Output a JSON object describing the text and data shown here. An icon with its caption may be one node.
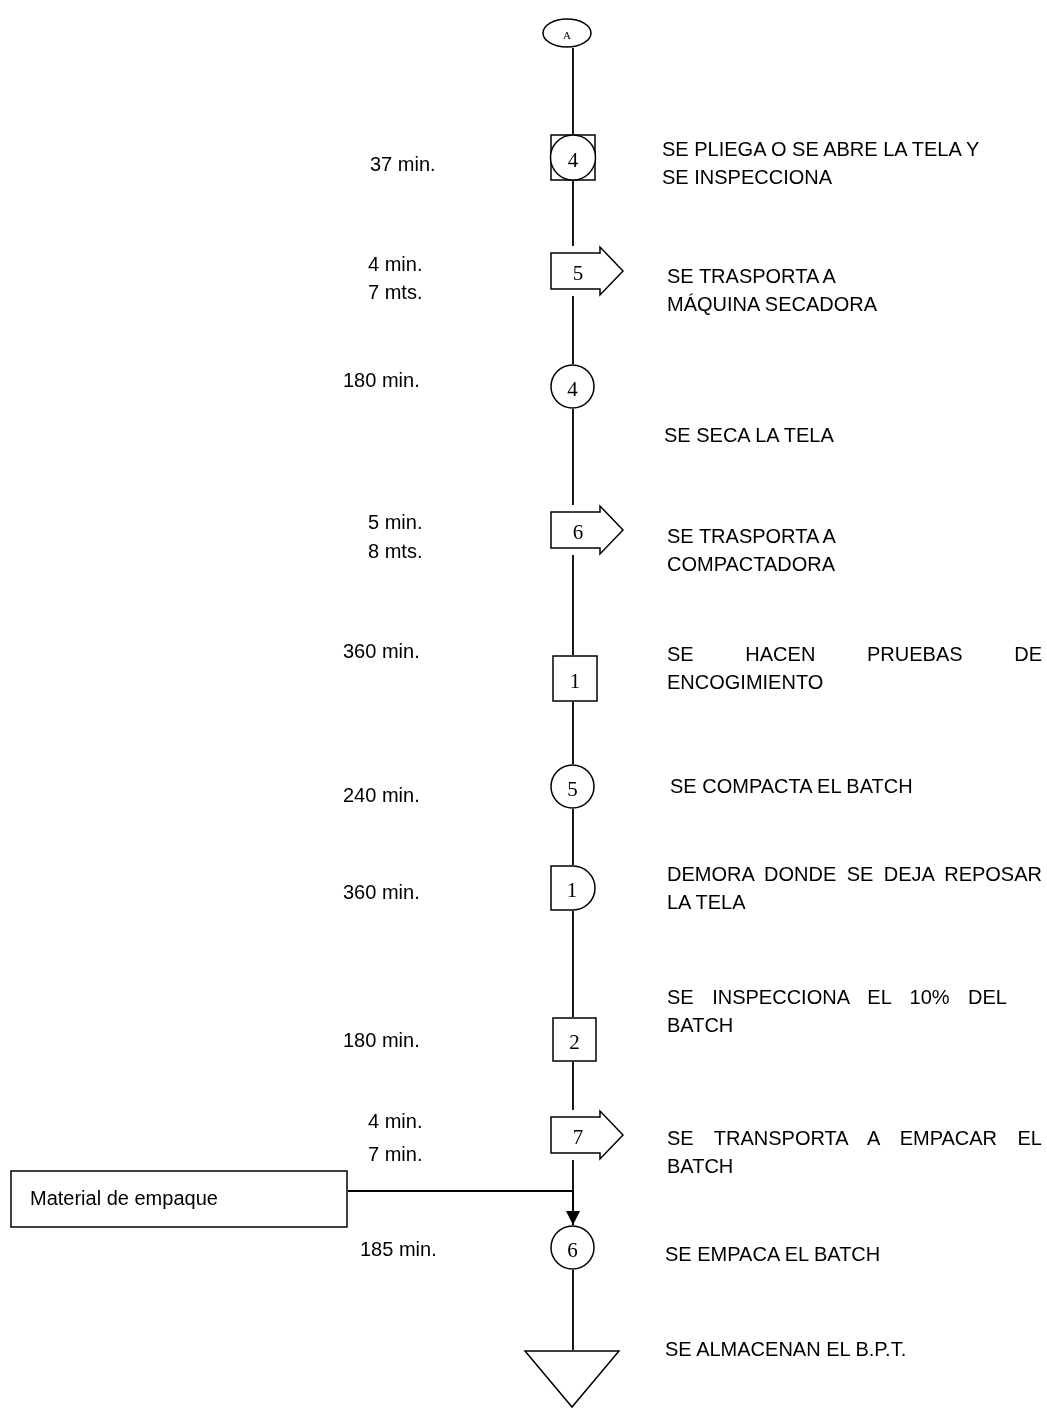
{
  "diagram": {
    "nodes": [
      {
        "text": [
          "A"
        ]
      },
      {
        "text": [
          "4"
        ],
        "beside": [
          "SE PLIEGA O SE ABRE LA TELA Y SE INSPECCIONA"
        ]
      },
      {
        "text": [
          "5"
        ],
        "beside": [
          "SE TRASPORTA A MÁQUINA SECADORA"
        ]
      },
      {
        "text": [
          "4"
        ],
        "beside": [
          "SE SECA LA TELA"
        ]
      },
      {
        "text": [
          "6"
        ],
        "beside": [
          "SE TRASPORTA A COMPACTADORA"
        ]
      },
      {
        "text": [
          "1"
        ],
        "beside": [
          "SE HACEN PRUEBAS DE ENCOGIMIENTO"
        ]
      },
      {
        "text": [
          "5"
        ],
        "beside": [
          "SE COMPACTA EL BATCH"
        ]
      },
      {
        "text": [
          "1"
        ],
        "beside": [
          "DEMORA DONDE SE DEJA REPOSAR LA TELA"
        ]
      },
      {
        "text": [
          "2"
        ],
        "beside": [
          "SE INSPECCIONA EL 10% DEL BATCH"
        ]
      },
      {
        "text": [
          "7"
        ],
        "beside": [
          "SE TRANSPORTA A EMPACAR EL BATCH"
        ]
      },
      {
        "text": [
          "Material de empaque"
        ]
      },
      {
        "text": [
          "6"
        ],
        "beside": [
          "SE EMPACA EL BATCH"
        ]
      },
      {
        "text": [],
        "shape": "triangle",
        "beside": [
          "SE ALMACENAN EL B.P.T."
        ]
      }
    ],
    "edges": [
      {
        "from": 0,
        "to": 1,
        "arrow": "none"
      },
      {
        "from": 1,
        "to": 2,
        "arrow": "none"
      },
      {
        "from": 2,
        "to": 3,
        "arrow": "none"
      },
      {
        "from": 3,
        "to": 4,
        "arrow": "none"
      },
      {
        "from": 4,
        "to": 5,
        "arrow": "none"
      },
      {
        "from": 5,
        "to": 6,
        "arrow": "none"
      },
      {
        "from": 6,
        "to": 7,
        "arrow": "none"
      },
      {
        "from": 7,
        "to": 8,
        "arrow": "none"
      },
      {
        "from": 8,
        "to": 9,
        "arrow": "none"
      },
      {
        "from": 9,
        "to": 11,
        "arrow": "none"
      },
      {
        "from": 11,
        "to": 12,
        "arrow": "none"
      },
      {
        "from": 10,
        "to": 11,
        "arrow": "to"
      }
    ],
    "labels": [
      "37 min.",
      "4 min.",
      "7 mts.",
      "180 min.",
      "5 min.",
      "8 mts.",
      "360 min.",
      "240 min.",
      "360 min.",
      "180 min.",
      "4 min.",
      "7 min.",
      "185 min."
    ]
  }
}
